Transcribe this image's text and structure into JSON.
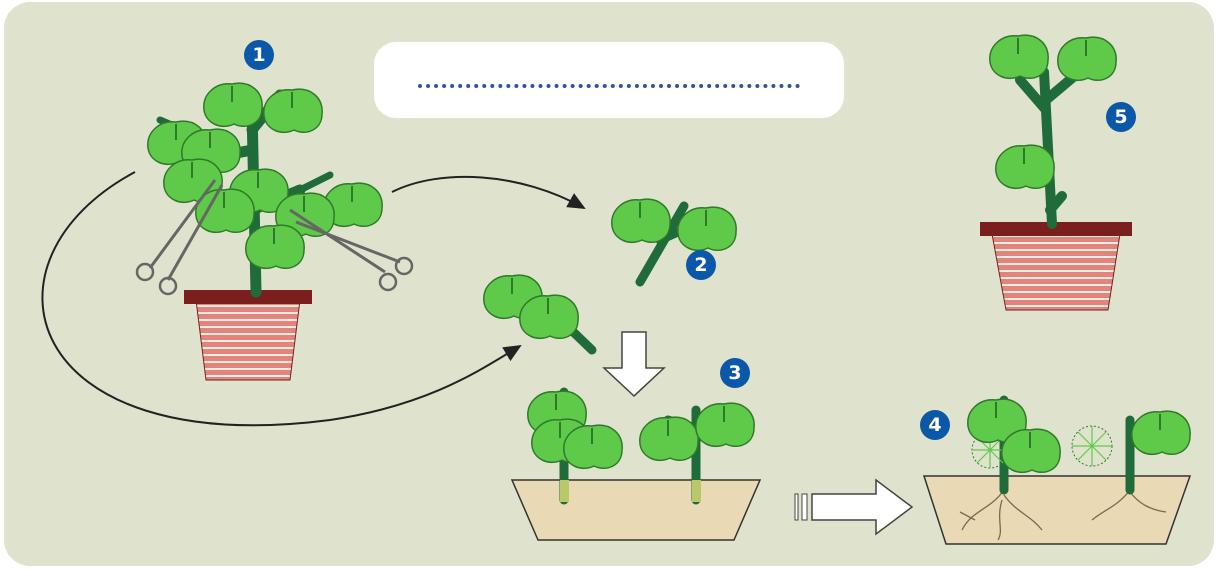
{
  "title_box": {
    "text": ""
  },
  "steps": [
    {
      "number": "1"
    },
    {
      "number": "2"
    },
    {
      "number": "3"
    },
    {
      "number": "4"
    },
    {
      "number": "5"
    }
  ],
  "colors": {
    "background": "#dfe3cd",
    "leaf": "#5fc94a",
    "stem": "#1f6b3a",
    "pot_rim": "#7a1e1e",
    "pot_body": "#e0847c",
    "water": "#e9d9b5",
    "badge": "#0b57a8"
  },
  "icons": [
    "scissors-icon",
    "arrow-down-icon",
    "arrow-right-icon"
  ]
}
